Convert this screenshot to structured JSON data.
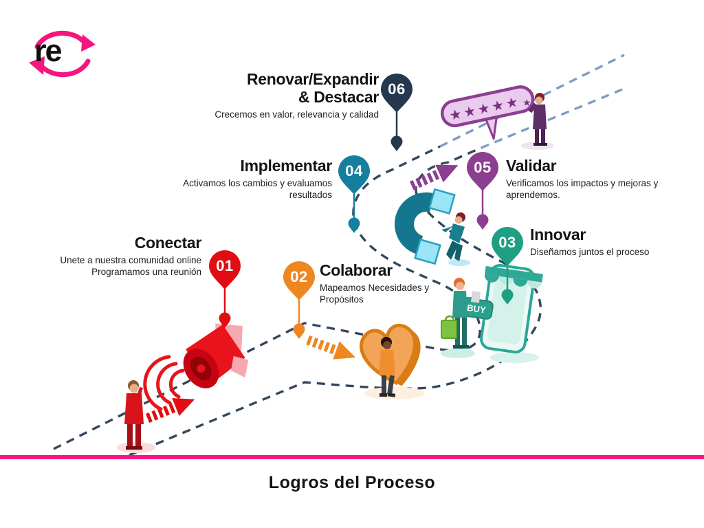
{
  "logo": {
    "text": "re"
  },
  "colors": {
    "pink": "#F7147F",
    "road": "#33475C",
    "road_light": "#7E9CC6",
    "text_dark": "#141414"
  },
  "steps": [
    {
      "num": "01",
      "title": "Conectar",
      "desc": "Unete a nuestra comunidad online\nProgramamos una reunión",
      "color": "#E10D12"
    },
    {
      "num": "02",
      "title": "Colaborar",
      "desc": "Mapeamos Necesidades y\nPropósitos",
      "color": "#EE8722"
    },
    {
      "num": "03",
      "title": "Innovar",
      "desc": "Diseñamos juntos el proceso",
      "color": "#1E9E83"
    },
    {
      "num": "04",
      "title": "Implementar",
      "desc": "Activamos los cambios y evaluamos\nresultados",
      "color": "#177F9E"
    },
    {
      "num": "05",
      "title": "Validar",
      "desc": "Verificamos los impactos y mejoras y\naprendemos.",
      "color": "#8C3E91"
    },
    {
      "num": "06",
      "title": "Renovar/Expandir\n& Destacar",
      "desc": "Crecemos en valor, relevancia  y calidad",
      "color": "#25384D"
    }
  ],
  "footer": {
    "title": "Logros del Proceso"
  },
  "illustrations": {
    "buy_label": "BUY",
    "rating_stars": "★★★★★"
  },
  "icons": {
    "star": "★"
  }
}
